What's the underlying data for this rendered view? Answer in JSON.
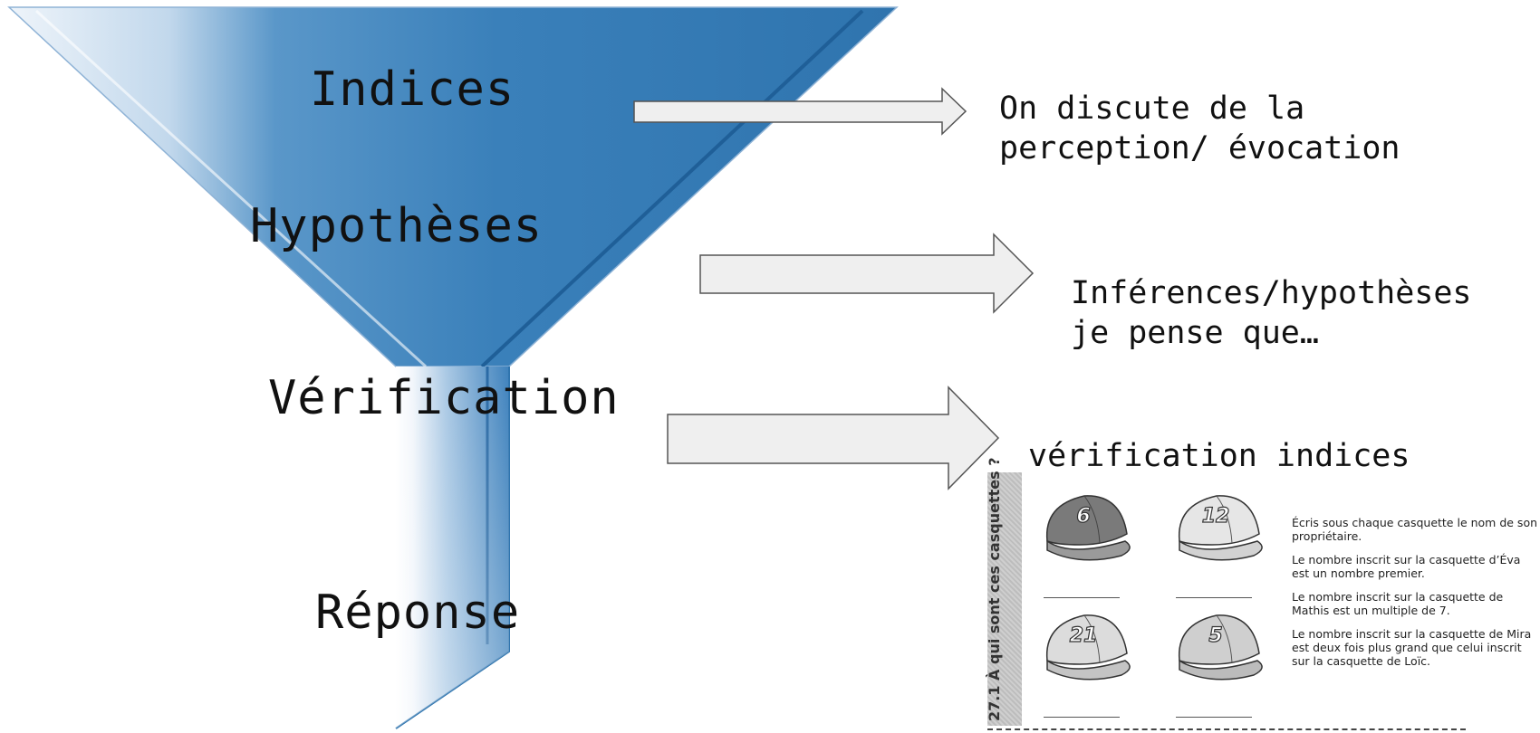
{
  "funnel": {
    "stages": [
      "Indices",
      "Hypothèses",
      "Vérification",
      "Réponse"
    ],
    "colors": {
      "dark": "#2f72ad",
      "mid": "#4f8fc4",
      "light": "#e3eef8",
      "edge": "#1d5a92"
    }
  },
  "notes": {
    "perception": "On discute de la\nperception/ évocation",
    "inferences": "Inférences/hypothèses\nje pense que…",
    "verification": "vérification indices"
  },
  "worksheet": {
    "title": "27.1 À qui sont ces casquettes ?",
    "caps": [
      "6",
      "12",
      "21",
      "5"
    ],
    "instructions": [
      "Écris sous chaque casquette le nom de son propriétaire.",
      "Le nombre inscrit sur la casquette d’Éva est un nombre premier.",
      "Le nombre inscrit sur la casquette de Mathis est un multiple de 7.",
      "Le nombre inscrit sur la casquette de Mira est deux fois plus grand que celui inscrit sur la casquette de Loïc."
    ]
  }
}
